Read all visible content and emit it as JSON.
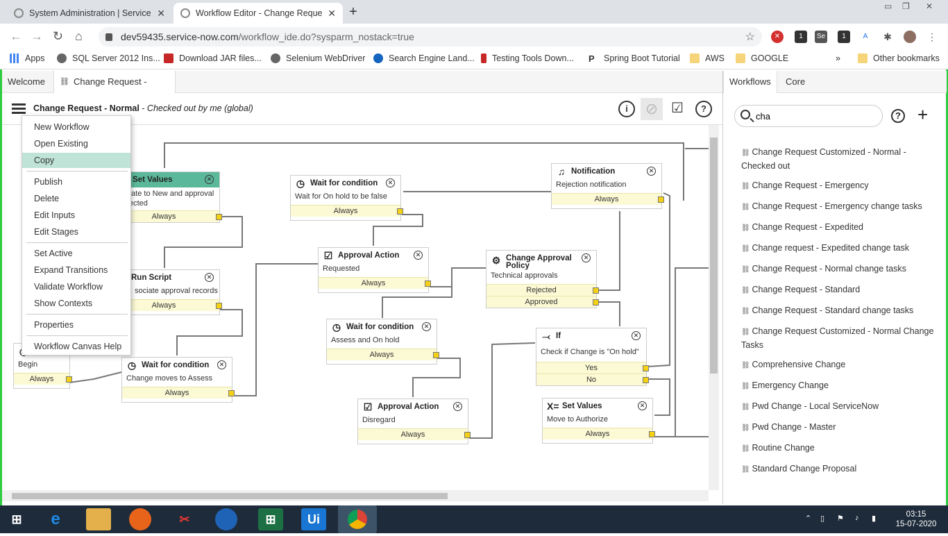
{
  "browser": {
    "tabs": [
      {
        "title": "System Administration | ServiceN",
        "active": false
      },
      {
        "title": "Workflow Editor - Change Reque",
        "active": true
      }
    ],
    "url_host": "dev59435.service-now.com",
    "url_path": "/workflow_ide.do?sysparm_nostack=true",
    "bookmarks": [
      "Apps",
      "SQL Server 2012 Ins...",
      "Download JAR files...",
      "Selenium WebDriver",
      "Search Engine Land...",
      "Testing Tools Down...",
      "Spring Boot Tutorial",
      "AWS",
      "GOOGLE",
      "»",
      "Other bookmarks"
    ]
  },
  "app": {
    "tabs": [
      "Welcome",
      "Change Request - Normal"
    ],
    "workflow_name": "Change Request - Normal",
    "workflow_status": " - Checked out by me  (global)"
  },
  "menu": {
    "items": [
      "New Workflow",
      "Open Existing",
      "Copy",
      "Publish",
      "Delete",
      "Edit Inputs",
      "Edit Stages",
      "Set Active",
      "Expand Transitions",
      "Validate Workflow",
      "Show Contexts",
      "Properties",
      "Workflow Canvas Help"
    ],
    "highlighted": "Copy"
  },
  "activities": {
    "set_values_1": {
      "title": "Set Values",
      "desc": "tate to New and approval",
      "desc2": "ected",
      "cond": "Always"
    },
    "run_script": {
      "title": "Run Script",
      "desc": "sociate approval records",
      "cond": "Always"
    },
    "begin": {
      "title": "Begin",
      "cond": "Always"
    },
    "wait_assess": {
      "title": "Wait for condition",
      "desc": "Change moves to Assess",
      "cond": "Always"
    },
    "wait_onhold": {
      "title": "Wait for condition",
      "desc": "Wait for On hold to be false",
      "cond": "Always"
    },
    "approval_requested": {
      "title": "Approval Action",
      "desc": "Requested",
      "cond": "Always"
    },
    "wait_assess_onhold": {
      "title": "Wait for condition",
      "desc": "Assess and On hold",
      "cond": "Always"
    },
    "approval_disregard": {
      "title": "Approval Action",
      "desc": "Disregard",
      "cond": "Always"
    },
    "notification": {
      "title": "Notification",
      "desc": "Rejection notification",
      "cond": "Always"
    },
    "change_approval": {
      "title": "Change Approval Policy",
      "desc": "Technical approvals",
      "cond1": "Rejected",
      "cond2": "Approved"
    },
    "if": {
      "title": "If",
      "desc": "Check if Change is \"On hold\"",
      "cond1": "Yes",
      "cond2": "No"
    },
    "set_values_2": {
      "title": "Set Values",
      "desc": "Move to Authorize",
      "cond": "Always"
    }
  },
  "right_panel": {
    "tabs": [
      "Workflows",
      "Core"
    ],
    "search_value": "cha",
    "workflows": [
      "Change Request Customized - Normal - Checked out",
      "Change Request - Emergency",
      "Change Request - Emergency change tasks",
      "Change Request - Expedited",
      "Change request - Expedited change task",
      "Change Request - Normal change tasks",
      "Change Request - Standard",
      "Change Request - Standard change tasks",
      "Change Request Customized - Normal Change Tasks",
      "Comprehensive Change",
      "Emergency Change",
      "Pwd Change - Local ServiceNow",
      "Pwd Change - Master",
      "Routine Change",
      "Standard Change Proposal"
    ]
  },
  "taskbar": {
    "time": "03:15",
    "date": "15-07-2020",
    "apps": [
      "start",
      "internet-explorer",
      "file-explorer",
      "firefox",
      "snipping-tool",
      "thunderbird",
      "excel",
      "uipath",
      "chrome"
    ]
  }
}
